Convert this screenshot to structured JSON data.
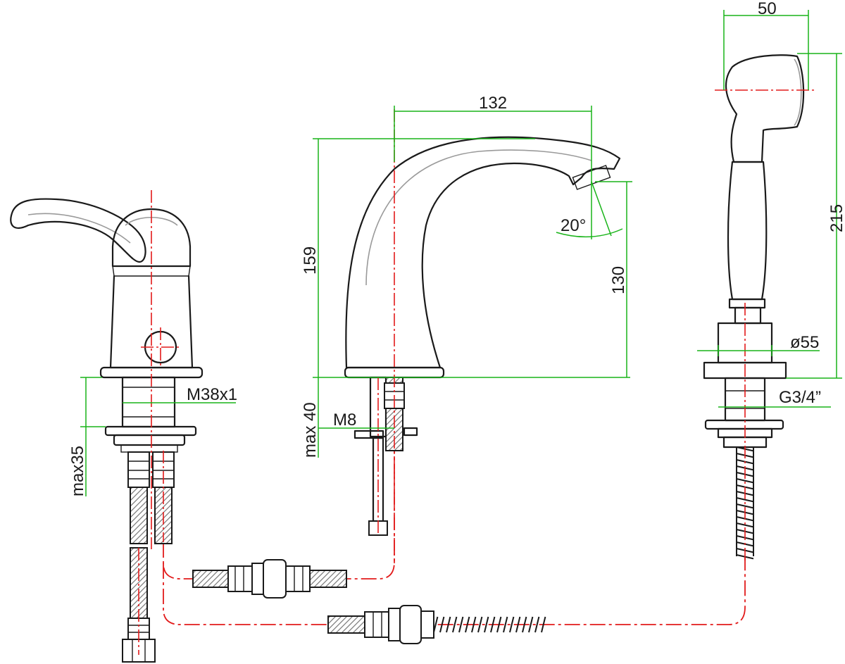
{
  "dimensions": {
    "handshower_width": "50",
    "spout_reach": "132",
    "spout_height": "159",
    "spout_outlet_height": "130",
    "handshower_height": "215",
    "outlet_angle": "20°",
    "thread_mixer": "M38x1",
    "mixer_max_deck": "max35",
    "thread_spout": "M8",
    "spout_max_deck": "max 40",
    "diverter_diameter": "ø55",
    "thread_hose": "G3/4”"
  },
  "colors": {
    "outline": "#1a1a1a",
    "centerline": "#e21b1b",
    "dimension": "#19b419",
    "highlight": "#9a9a9a"
  }
}
